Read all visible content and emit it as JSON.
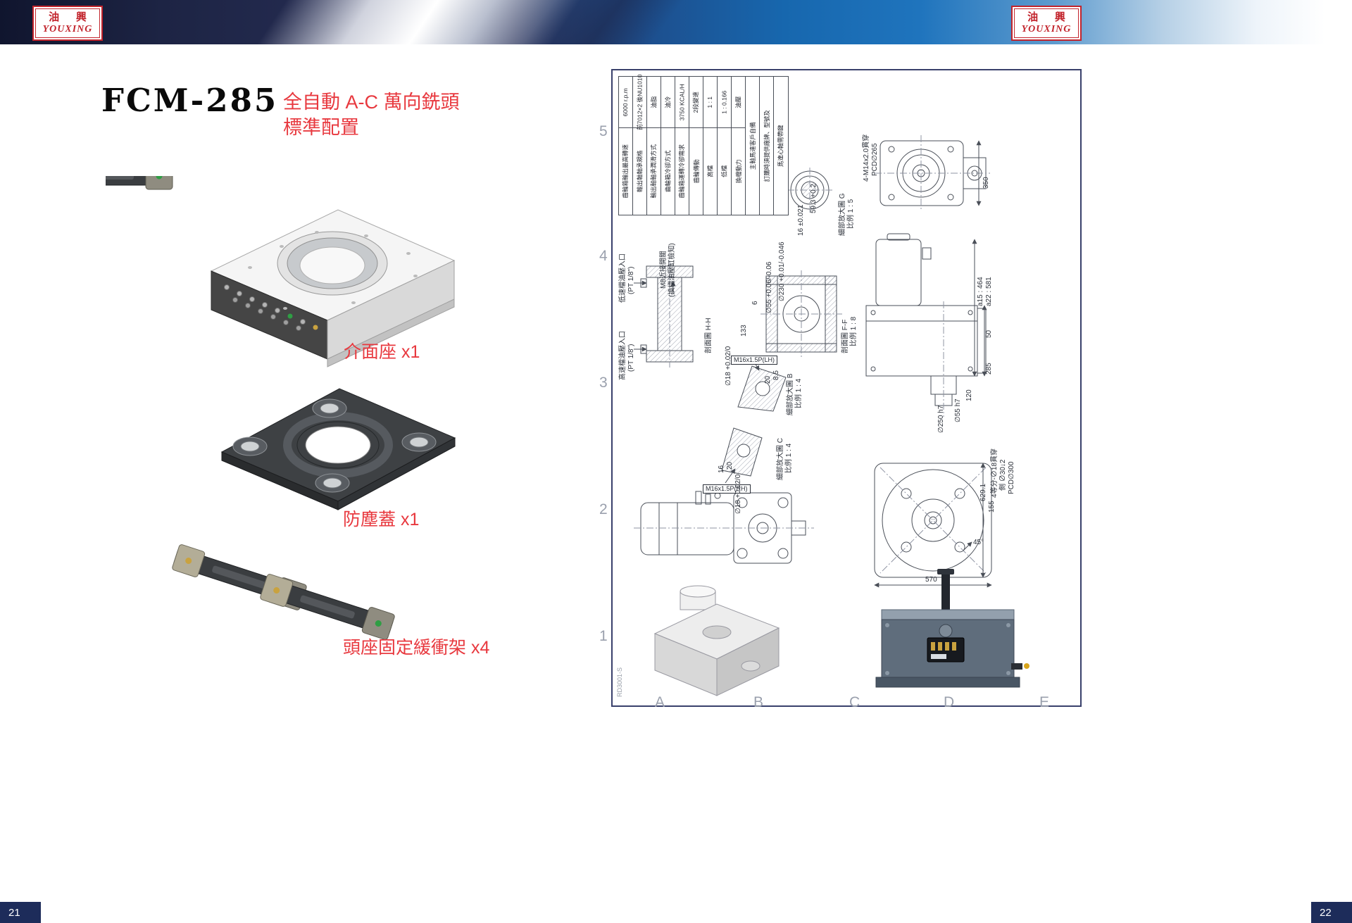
{
  "header": {
    "logo_cn": "油 興",
    "logo_en": "YOUXING"
  },
  "pages": {
    "left_number": "21",
    "right_number": "22"
  },
  "colors": {
    "brand_red": "#c2242c",
    "navy": "#1d2446",
    "blue": "#1767ae",
    "label_red": "#e8393f"
  },
  "left_page": {
    "model": "FCM-285",
    "subtitle": [
      "全自動 A-C 萬向銑頭",
      "標準配置"
    ],
    "part_labels": [
      "介面座 x1",
      "防塵蓋 x1",
      "頭座固定緩衝架 x4"
    ]
  },
  "drawing": {
    "doc_number": "RD3001-S",
    "grid_rows": [
      "5",
      "4",
      "3",
      "2",
      "1"
    ],
    "grid_cols": [
      "A",
      "B",
      "C",
      "D",
      "E"
    ],
    "spec_table": [
      {
        "label": "齒輪箱輸出最高轉速",
        "value": "6000 r.p.m"
      },
      {
        "label": "輸出軸軸承規格",
        "value": "前7012×2 後NU1010"
      },
      {
        "label": "輸出軸軸承潤滑方式",
        "value": "油脂"
      },
      {
        "label": "齒輪箱冷卻方式",
        "value": "油冷"
      },
      {
        "label": "齒輪箱運轉冷卻需求",
        "value": "3750 KCAL/H"
      },
      {
        "label": "齒輪傳動",
        "value": "2段變速"
      },
      {
        "label": "高檔",
        "value": "1 : 1"
      },
      {
        "label": "低檔",
        "value": "1 : 0.166"
      },
      {
        "label": "換檔動力",
        "value": "油壓"
      }
    ],
    "spec_notes": [
      "主軸馬達客戶自備",
      "訂購時須提供廠牌、型號及",
      "馬達心軸需帶鍵"
    ],
    "annotations": [
      "4-M14x2.0貫穿",
      "PCD∅265",
      "350",
      "59.3 +0.2",
      "16 ±0.021",
      "細部放大圖 G",
      "比例 1 : 5",
      "低速檔油壓入口",
      "(PT 1/8\")",
      "M8近接開關",
      "(換檔油壓缸檢知)",
      "高速檔油壓入口",
      "(PT 1/8\")",
      "剖面圖 H-H",
      "∅230 +0.01/-0.046",
      "∅55 +0.06/-0.06",
      "6",
      "133",
      "剖面圖 F-F",
      "比例 1 : 8",
      "M16x1.5P(LH)",
      "∅18 +0.02/0",
      "20",
      "8.5",
      "細部放大圖 B",
      "比例 1 : 4",
      "a15 : 464",
      "a22 : 581",
      "50",
      "285",
      "120",
      "∅55 h7",
      "∅250 h7",
      "細部放大圖 C",
      "比例 1 : 4",
      "16",
      "20",
      "M16x1.5P(RH)",
      "∅18 +0.02/0",
      "4等分-∅18貫穿",
      "側 ∅30↓2",
      "PCD∅300",
      "629.1",
      "155",
      "45°",
      "570"
    ]
  }
}
